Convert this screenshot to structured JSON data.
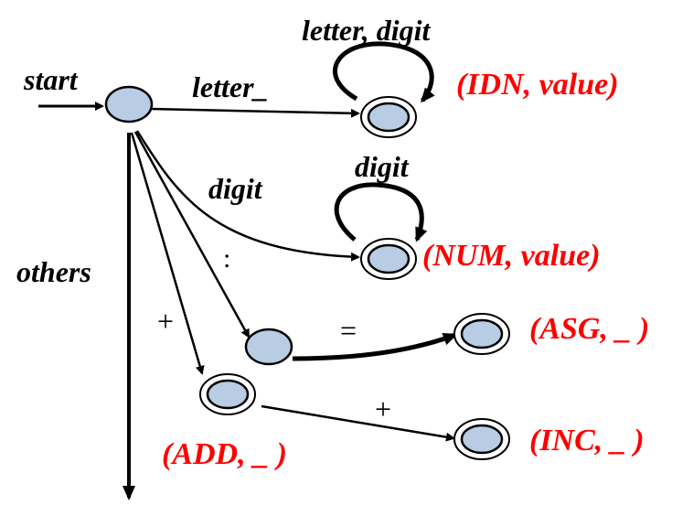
{
  "diagram": {
    "labels": {
      "start": "start",
      "letter_underscore": "letter_",
      "letter_digit_loop": "letter, digit",
      "digit": "digit",
      "digit_loop": "digit",
      "colon": ":",
      "plus_from_start": "+",
      "equals": "=",
      "plus_to_inc": "+",
      "others": "others"
    },
    "tokens": {
      "idn": "(IDN, value)",
      "num": "(NUM, value)",
      "asg": "(ASG, _ )",
      "add": "(ADD, _ )",
      "inc": "(INC, _ )"
    },
    "colors": {
      "state_fill": "#b8cce4",
      "token_text": "#ff0000",
      "stroke": "#000000"
    }
  }
}
